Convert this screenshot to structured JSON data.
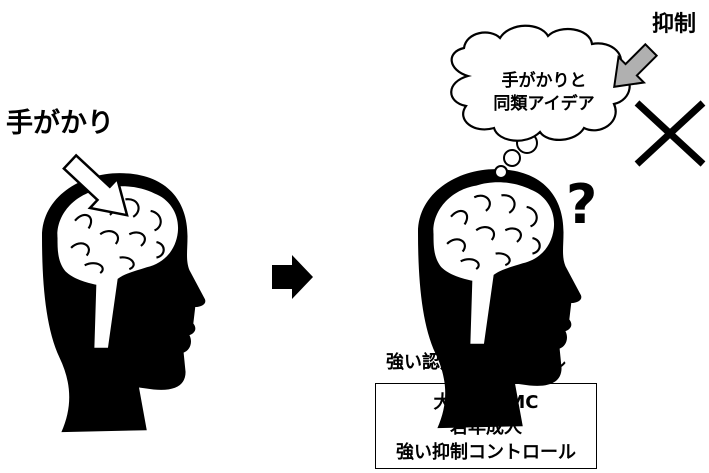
{
  "labels": {
    "cue": "手がかり",
    "suppression": "抑制",
    "thought_line1": "手がかりと",
    "thought_line2": "同類アイデア",
    "question_mark": "?",
    "strong_control": "強い認知コントロール"
  },
  "conditions": [
    "大きいWMC",
    "若年成人",
    "強い抑制コントロール"
  ],
  "colors": {
    "ink": "#000000",
    "brain": "#ffffff",
    "suppress_arrow": "#b0b0b0",
    "cue_arrow_fill": "#ffffff"
  },
  "icons": {
    "transition": "right-arrow-icon",
    "rejection": "x-cross-icon",
    "thought": "thought-cloud-icon"
  }
}
